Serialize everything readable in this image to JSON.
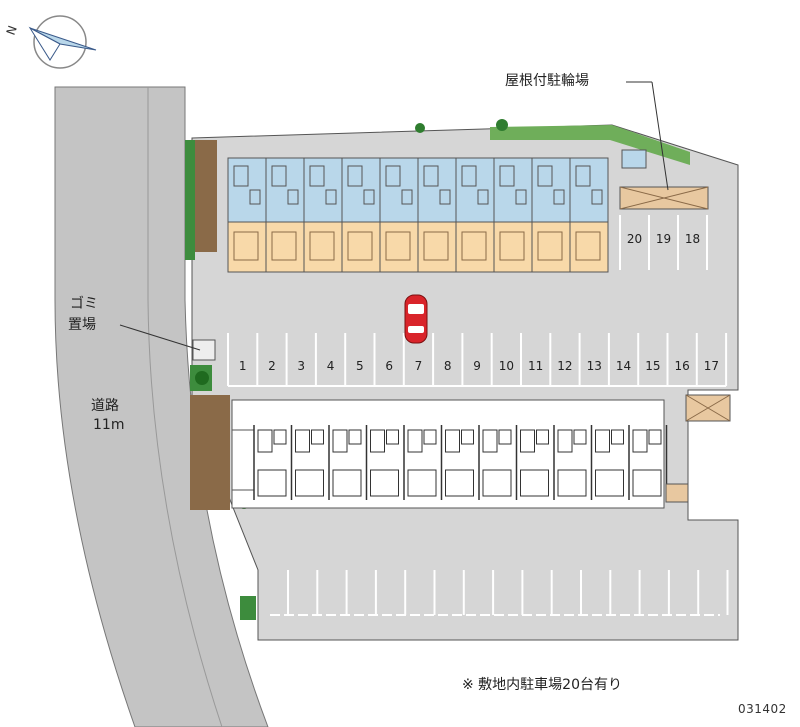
{
  "map": {
    "compass_letter": "N",
    "labels": {
      "bicycle_parking": "屋根付駐輪場",
      "garbage_line1": "ゴミ",
      "garbage_line2": "置場",
      "road_line1": "道路",
      "road_line2": "11m"
    },
    "parking_numbers_row": [
      "1",
      "2",
      "3",
      "4",
      "5",
      "6",
      "7",
      "8",
      "9",
      "10",
      "11",
      "12",
      "13",
      "14",
      "15",
      "16",
      "17"
    ],
    "parking_numbers_top": [
      "20",
      "19",
      "18"
    ],
    "note": "※ 敷地内駐車場20台有り",
    "code": "031402"
  },
  "colors": {
    "lot": "#d6d6d6",
    "road": "#c4c4c4",
    "unit_blue": "#b9d7ea",
    "unit_orange": "#f8d9a9",
    "greenery": "#3d8c3d",
    "car": "#d9242a"
  }
}
